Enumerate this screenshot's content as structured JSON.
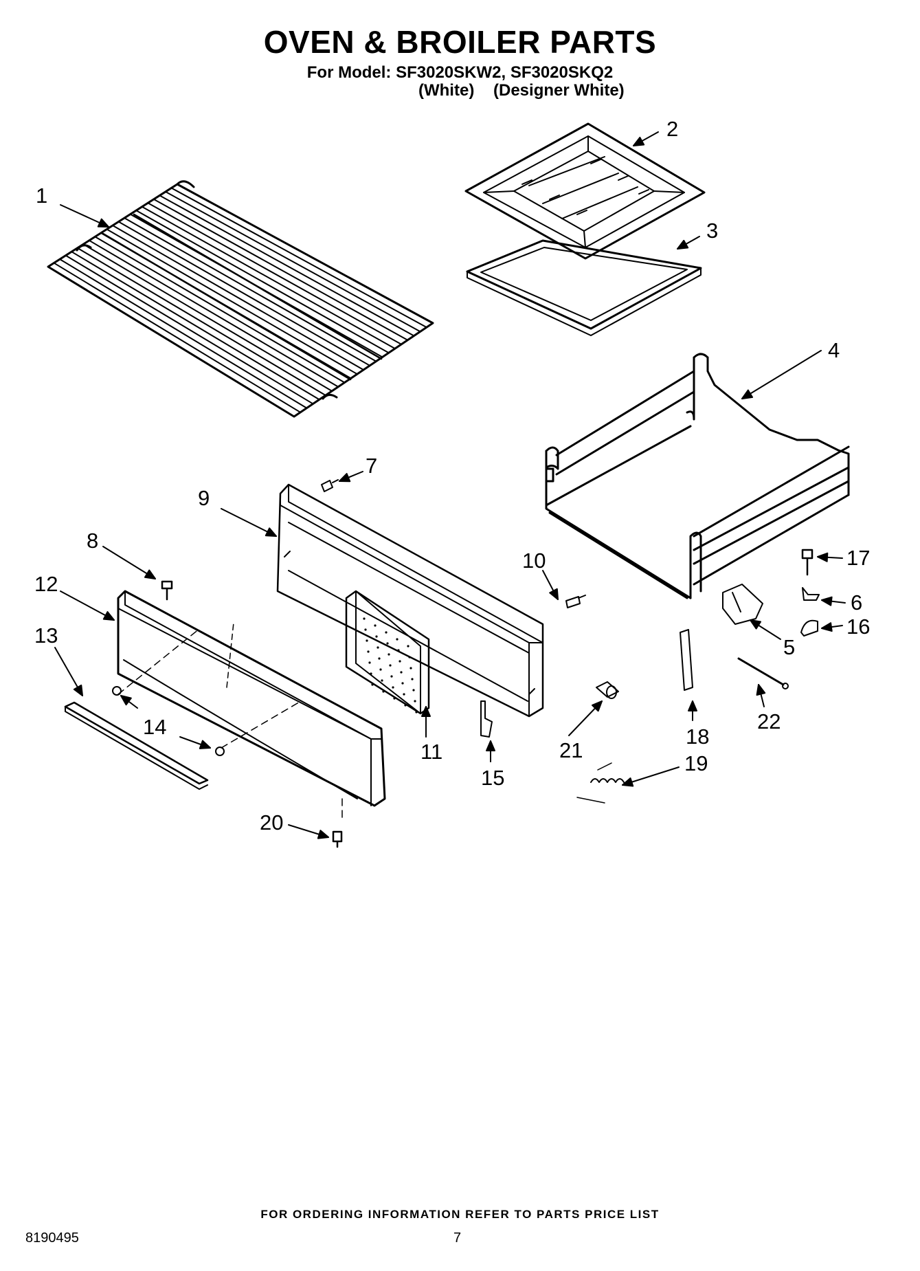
{
  "header": {
    "title": "OVEN & BROILER PARTS",
    "model_line": "For Model: SF3020SKW2, SF3020SKQ2",
    "variant_1": "(White)",
    "variant_2": "(Designer White)"
  },
  "callouts": [
    "1",
    "2",
    "3",
    "4",
    "5",
    "6",
    "7",
    "8",
    "9",
    "10",
    "11",
    "12",
    "13",
    "14",
    "15",
    "16",
    "17",
    "18",
    "19",
    "20",
    "21",
    "22"
  ],
  "footer": {
    "ordering_note": "FOR ORDERING INFORMATION REFER TO PARTS PRICE LIST",
    "document_number": "8190495",
    "page_number": "7"
  }
}
